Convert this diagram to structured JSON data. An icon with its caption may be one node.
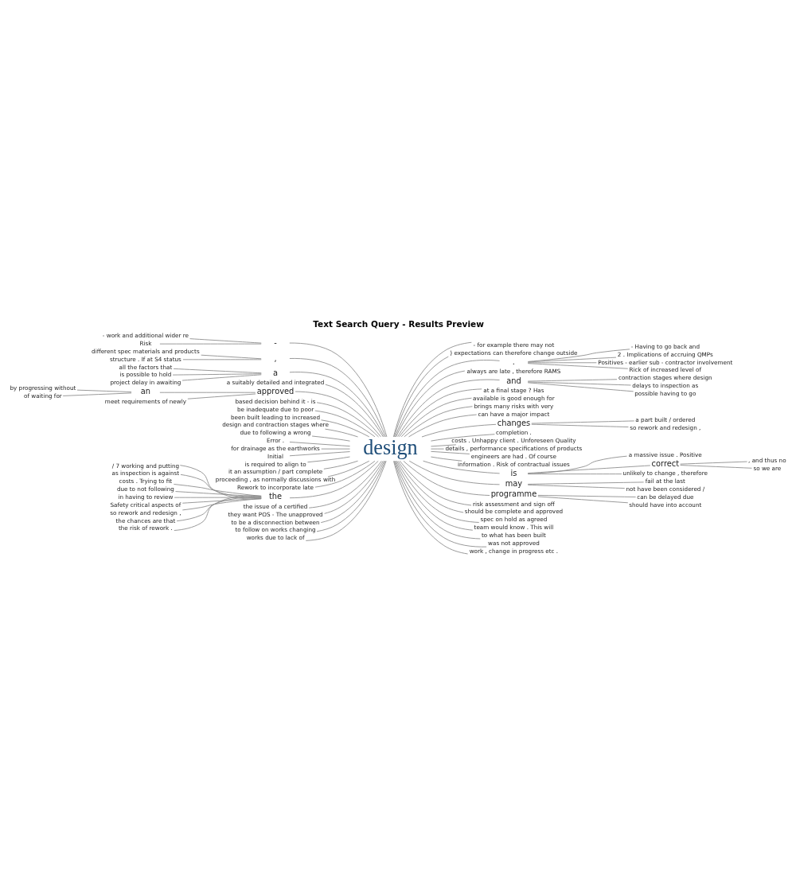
{
  "diagram": {
    "title": "Text Search Query - Results Preview",
    "nodes": [
      {
        "text": [
          "design"
        ]
      },
      {
        "text": [
          "-"
        ]
      },
      {
        "text": [
          "- work and additional wider re"
        ]
      },
      {
        "text": [
          "Risk"
        ]
      },
      {
        "text": [
          ","
        ]
      },
      {
        "text": [
          "different spec materials and products"
        ]
      },
      {
        "text": [
          "structure . If at S4 status"
        ]
      },
      {
        "text": [
          "a"
        ]
      },
      {
        "text": [
          "all the factors that"
        ]
      },
      {
        "text": [
          "is possible to hold"
        ]
      },
      {
        "text": [
          "project delay in awaiting"
        ]
      },
      {
        "text": [
          "a suitably detailed and integrated"
        ]
      },
      {
        "text": [
          "approved"
        ]
      },
      {
        "text": [
          "an"
        ]
      },
      {
        "text": [
          "by progressing without"
        ]
      },
      {
        "text": [
          "of waiting for"
        ]
      },
      {
        "text": [
          "meet requirements of newly"
        ]
      },
      {
        "text": [
          "based decision behind it - is"
        ]
      },
      {
        "text": [
          "be inadequate due to poor"
        ]
      },
      {
        "text": [
          "been built leading to increased"
        ]
      },
      {
        "text": [
          "design and contraction stages where"
        ]
      },
      {
        "text": [
          "due to following a wrong"
        ]
      },
      {
        "text": [
          "Error ."
        ]
      },
      {
        "text": [
          "for drainage as the earthworks"
        ]
      },
      {
        "text": [
          "Initial"
        ]
      },
      {
        "text": [
          "is required to align to"
        ]
      },
      {
        "text": [
          "it an assumption / part complete"
        ]
      },
      {
        "text": [
          "proceeding , as normally discussions with"
        ]
      },
      {
        "text": [
          "Rework to incorporate late"
        ]
      },
      {
        "text": [
          "the"
        ]
      },
      {
        "text": [
          "/ 7 working and putting"
        ]
      },
      {
        "text": [
          "as inspection is against"
        ]
      },
      {
        "text": [
          "costs . Trying to fit"
        ]
      },
      {
        "text": [
          "due to not following"
        ]
      },
      {
        "text": [
          "in having to review"
        ]
      },
      {
        "text": [
          "Safety critical aspects of"
        ]
      },
      {
        "text": [
          "so rework and redesign ,"
        ]
      },
      {
        "text": [
          "the chances are that"
        ]
      },
      {
        "text": [
          "the risk of rework ."
        ]
      },
      {
        "text": [
          "the issue of a certified"
        ]
      },
      {
        "text": [
          "they want POS - The unapproved"
        ]
      },
      {
        "text": [
          "to be a disconnection between"
        ]
      },
      {
        "text": [
          "to follow on works changing"
        ]
      },
      {
        "text": [
          "works due to lack of"
        ]
      },
      {
        "text": [
          "- for example there may not"
        ]
      },
      {
        "text": [
          ") expectations can therefore change outside"
        ]
      },
      {
        "text": [
          "."
        ]
      },
      {
        "text": [
          "- Having to go back and"
        ]
      },
      {
        "text": [
          "2 . Implications of accruing QMPs"
        ]
      },
      {
        "text": [
          "Positives - earlier sub - contractor involvement"
        ]
      },
      {
        "text": [
          "Rick of increased level of"
        ]
      },
      {
        "text": [
          "always are late , therefore RAMS"
        ]
      },
      {
        "text": [
          "and"
        ]
      },
      {
        "text": [
          "contraction stages where design"
        ]
      },
      {
        "text": [
          "delays to inspection as"
        ]
      },
      {
        "text": [
          "possible having to go"
        ]
      },
      {
        "text": [
          "at a final stage ? Has"
        ]
      },
      {
        "text": [
          "available is good enough for"
        ]
      },
      {
        "text": [
          "brings many risks with very"
        ]
      },
      {
        "text": [
          "can have a major impact"
        ]
      },
      {
        "text": [
          "changes"
        ]
      },
      {
        "text": [
          "a part built / ordered"
        ]
      },
      {
        "text": [
          "so rework and redesign ,"
        ]
      },
      {
        "text": [
          "completion ."
        ]
      },
      {
        "text": [
          "costs . Unhappy client . Unforeseen Quality"
        ]
      },
      {
        "text": [
          "details , performance specifications of products"
        ]
      },
      {
        "text": [
          "engineers are had . Of course"
        ]
      },
      {
        "text": [
          "information . Risk of contractual issues"
        ]
      },
      {
        "text": [
          "is"
        ]
      },
      {
        "text": [
          "a massive issue . Positive"
        ]
      },
      {
        "text": [
          "correct"
        ]
      },
      {
        "text": [
          ", and thus no"
        ]
      },
      {
        "text": [
          "so we are"
        ]
      },
      {
        "text": [
          "unlikely to change , therefore"
        ]
      },
      {
        "text": [
          "may"
        ]
      },
      {
        "text": [
          "fail at the last"
        ]
      },
      {
        "text": [
          "not have been considered /"
        ]
      },
      {
        "text": [
          "programme"
        ]
      },
      {
        "text": [
          "can be delayed due"
        ]
      },
      {
        "text": [
          "should have into account"
        ]
      },
      {
        "text": [
          "risk assessment and sign off"
        ]
      },
      {
        "text": [
          "should be complete and approved"
        ]
      },
      {
        "text": [
          "spec on hold as agreed"
        ]
      },
      {
        "text": [
          "team would know . This will"
        ]
      },
      {
        "text": [
          "to what has been built"
        ]
      },
      {
        "text": [
          "was not approved"
        ]
      },
      {
        "text": [
          "work , change in progress etc ."
        ]
      }
    ],
    "edges": [
      {
        "from": 2,
        "to": 1,
        "arrow": "none"
      },
      {
        "from": 3,
        "to": 1,
        "arrow": "none"
      },
      {
        "from": 1,
        "to": 0,
        "arrow": "none"
      },
      {
        "from": 5,
        "to": 4,
        "arrow": "none"
      },
      {
        "from": 6,
        "to": 4,
        "arrow": "none"
      },
      {
        "from": 4,
        "to": 0,
        "arrow": "none"
      },
      {
        "from": 8,
        "to": 7,
        "arrow": "none"
      },
      {
        "from": 9,
        "to": 7,
        "arrow": "none"
      },
      {
        "from": 10,
        "to": 7,
        "arrow": "none"
      },
      {
        "from": 7,
        "to": 0,
        "arrow": "none"
      },
      {
        "from": 11,
        "to": 0,
        "arrow": "none"
      },
      {
        "from": 14,
        "to": 13,
        "arrow": "none"
      },
      {
        "from": 15,
        "to": 13,
        "arrow": "none"
      },
      {
        "from": 13,
        "to": 12,
        "arrow": "none"
      },
      {
        "from": 16,
        "to": 12,
        "arrow": "none"
      },
      {
        "from": 12,
        "to": 0,
        "arrow": "none"
      },
      {
        "from": 17,
        "to": 0,
        "arrow": "none"
      },
      {
        "from": 18,
        "to": 0,
        "arrow": "none"
      },
      {
        "from": 19,
        "to": 0,
        "arrow": "none"
      },
      {
        "from": 20,
        "to": 0,
        "arrow": "none"
      },
      {
        "from": 21,
        "to": 0,
        "arrow": "none"
      },
      {
        "from": 22,
        "to": 0,
        "arrow": "none"
      },
      {
        "from": 23,
        "to": 0,
        "arrow": "none"
      },
      {
        "from": 24,
        "to": 0,
        "arrow": "none"
      },
      {
        "from": 25,
        "to": 0,
        "arrow": "none"
      },
      {
        "from": 26,
        "to": 0,
        "arrow": "none"
      },
      {
        "from": 27,
        "to": 0,
        "arrow": "none"
      },
      {
        "from": 28,
        "to": 0,
        "arrow": "none"
      },
      {
        "from": 30,
        "to": 29,
        "arrow": "none"
      },
      {
        "from": 31,
        "to": 29,
        "arrow": "none"
      },
      {
        "from": 32,
        "to": 29,
        "arrow": "none"
      },
      {
        "from": 33,
        "to": 29,
        "arrow": "none"
      },
      {
        "from": 34,
        "to": 29,
        "arrow": "none"
      },
      {
        "from": 35,
        "to": 29,
        "arrow": "none"
      },
      {
        "from": 36,
        "to": 29,
        "arrow": "none"
      },
      {
        "from": 37,
        "to": 29,
        "arrow": "none"
      },
      {
        "from": 38,
        "to": 29,
        "arrow": "none"
      },
      {
        "from": 29,
        "to": 0,
        "arrow": "none"
      },
      {
        "from": 39,
        "to": 0,
        "arrow": "none"
      },
      {
        "from": 40,
        "to": 0,
        "arrow": "none"
      },
      {
        "from": 41,
        "to": 0,
        "arrow": "none"
      },
      {
        "from": 42,
        "to": 0,
        "arrow": "none"
      },
      {
        "from": 43,
        "to": 0,
        "arrow": "none"
      },
      {
        "from": 0,
        "to": 44,
        "arrow": "none"
      },
      {
        "from": 0,
        "to": 45,
        "arrow": "none"
      },
      {
        "from": 0,
        "to": 46,
        "arrow": "none"
      },
      {
        "from": 46,
        "to": 47,
        "arrow": "none"
      },
      {
        "from": 46,
        "to": 48,
        "arrow": "none"
      },
      {
        "from": 46,
        "to": 49,
        "arrow": "none"
      },
      {
        "from": 46,
        "to": 50,
        "arrow": "none"
      },
      {
        "from": 0,
        "to": 51,
        "arrow": "none"
      },
      {
        "from": 0,
        "to": 52,
        "arrow": "none"
      },
      {
        "from": 52,
        "to": 53,
        "arrow": "none"
      },
      {
        "from": 52,
        "to": 54,
        "arrow": "none"
      },
      {
        "from": 52,
        "to": 55,
        "arrow": "none"
      },
      {
        "from": 0,
        "to": 56,
        "arrow": "none"
      },
      {
        "from": 0,
        "to": 57,
        "arrow": "none"
      },
      {
        "from": 0,
        "to": 58,
        "arrow": "none"
      },
      {
        "from": 0,
        "to": 59,
        "arrow": "none"
      },
      {
        "from": 0,
        "to": 60,
        "arrow": "none"
      },
      {
        "from": 60,
        "to": 61,
        "arrow": "none"
      },
      {
        "from": 60,
        "to": 62,
        "arrow": "none"
      },
      {
        "from": 0,
        "to": 63,
        "arrow": "none"
      },
      {
        "from": 0,
        "to": 64,
        "arrow": "none"
      },
      {
        "from": 0,
        "to": 65,
        "arrow": "none"
      },
      {
        "from": 0,
        "to": 66,
        "arrow": "none"
      },
      {
        "from": 0,
        "to": 67,
        "arrow": "none"
      },
      {
        "from": 0,
        "to": 68,
        "arrow": "none"
      },
      {
        "from": 68,
        "to": 69,
        "arrow": "none"
      },
      {
        "from": 68,
        "to": 70,
        "arrow": "none"
      },
      {
        "from": 70,
        "to": 71,
        "arrow": "none"
      },
      {
        "from": 70,
        "to": 72,
        "arrow": "none"
      },
      {
        "from": 68,
        "to": 73,
        "arrow": "none"
      },
      {
        "from": 0,
        "to": 74,
        "arrow": "none"
      },
      {
        "from": 74,
        "to": 75,
        "arrow": "none"
      },
      {
        "from": 74,
        "to": 76,
        "arrow": "none"
      },
      {
        "from": 0,
        "to": 77,
        "arrow": "none"
      },
      {
        "from": 77,
        "to": 78,
        "arrow": "none"
      },
      {
        "from": 77,
        "to": 79,
        "arrow": "none"
      },
      {
        "from": 0,
        "to": 80,
        "arrow": "none"
      },
      {
        "from": 0,
        "to": 81,
        "arrow": "none"
      },
      {
        "from": 0,
        "to": 82,
        "arrow": "none"
      },
      {
        "from": 0,
        "to": 83,
        "arrow": "none"
      },
      {
        "from": 0,
        "to": 84,
        "arrow": "none"
      },
      {
        "from": 0,
        "to": 85,
        "arrow": "none"
      },
      {
        "from": 0,
        "to": 86,
        "arrow": "none"
      }
    ]
  }
}
